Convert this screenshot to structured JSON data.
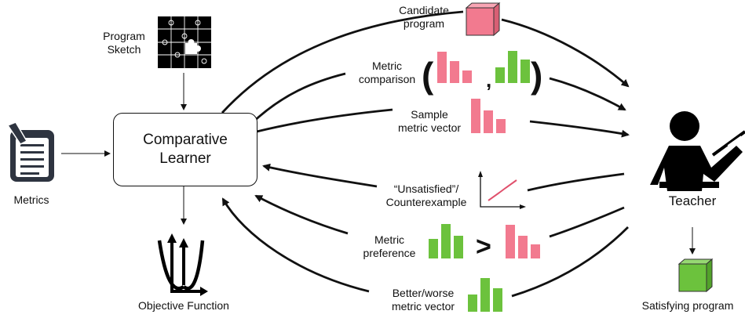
{
  "central": {
    "line1": "Comparative",
    "line2": "Learner"
  },
  "metrics": {
    "label": "Metrics"
  },
  "sketch": {
    "line1": "Program",
    "line2": "Sketch"
  },
  "objective": {
    "label": "Objective Function"
  },
  "teacher": {
    "label": "Teacher"
  },
  "satisfying": {
    "label": "Satisfying program"
  },
  "queries": {
    "candidate": {
      "line1": "Candidate",
      "line2": "program"
    },
    "comparison": {
      "line1": "Metric",
      "line2": "comparison",
      "open": "(",
      "comma": ",",
      "close": ")"
    },
    "sample": {
      "line1": "Sample",
      "line2": "metric vector"
    }
  },
  "responses": {
    "unsatisfied": {
      "line1": "“Unsatisfied”/",
      "line2": "Counterexample"
    },
    "preference": {
      "line1": "Metric",
      "line2": "preference",
      "symbol": ">"
    },
    "better": {
      "line1": "Better/worse",
      "line2": "metric vector"
    }
  },
  "colors": {
    "pink": "#f27a8f",
    "green": "#6cc23d",
    "ink": "#111111"
  }
}
